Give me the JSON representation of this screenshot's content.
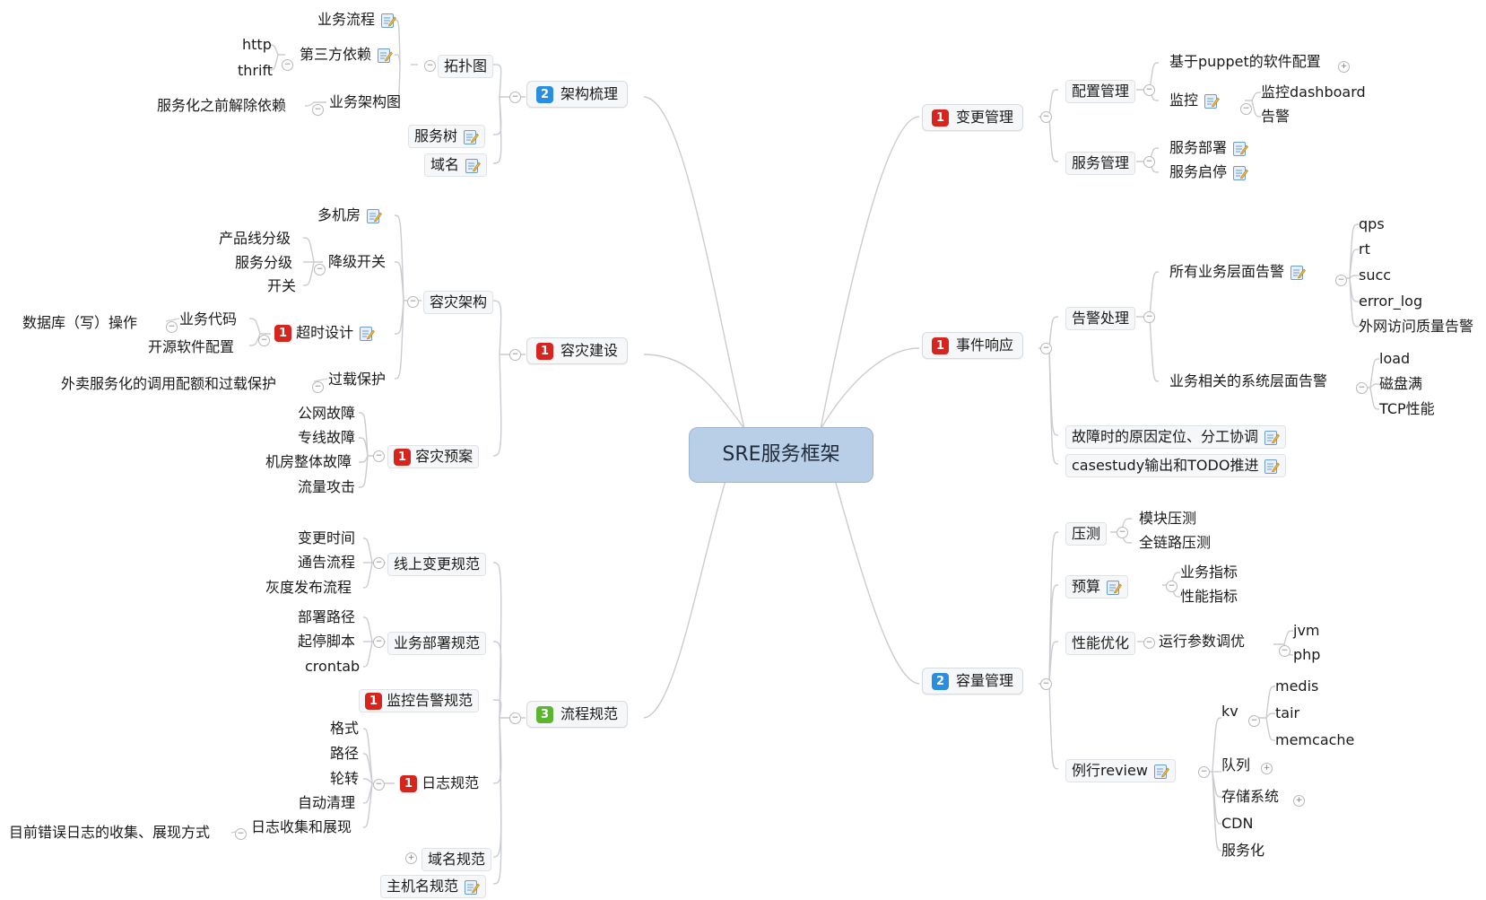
{
  "root": "SRE服务框架",
  "main_topics": {
    "jiagou": {
      "label": "架构梳理",
      "priority": "2"
    },
    "rongzai": {
      "label": "容灾建设",
      "priority": "1"
    },
    "liucheng": {
      "label": "流程规范",
      "priority": "3"
    },
    "biangeng": {
      "label": "变更管理",
      "priority": "1"
    },
    "shijian": {
      "label": "事件响应",
      "priority": "1"
    },
    "rongliang": {
      "label": "容量管理",
      "priority": "2"
    }
  },
  "jiagou": {
    "tuopu": "拓扑图",
    "yewuliucheng": "业务流程",
    "disanfang": "第三方依赖",
    "http": "http",
    "thrift": "thrift",
    "yewujiagou": "业务架构图",
    "jiechu": "服务化之前解除依赖",
    "fuwushu": "服务树",
    "yuming": "域名"
  },
  "rongzai": {
    "jiagou": "容灾架构",
    "duojifang": "多机房",
    "jiangji": "降级开关",
    "chanpinxian": "产品线分级",
    "fuwufenji": "服务分级",
    "kaiguan": "开关",
    "chaoshi": "超时设计",
    "chaoshi_priority": "1",
    "yewudaima": "业务代码",
    "shujuku": "数据库（写）操作",
    "kaiyuan": "开源软件配置",
    "guozai": "过载保护",
    "waimai": "外卖服务化的调用配额和过载保护",
    "yuan": "容灾预案",
    "yuan_priority": "1",
    "gongwang": "公网故障",
    "zhuanxian": "专线故障",
    "jifang": "机房整体故障",
    "liuliang": "流量攻击"
  },
  "liucheng": {
    "xianshang": "线上变更规范",
    "biangengshijian": "变更时间",
    "tonggao": "通告流程",
    "huidu": "灰度发布流程",
    "bushu": "业务部署规范",
    "bushulujing": "部署路径",
    "qiting": "起停脚本",
    "crontab": "crontab",
    "jiankong": "监控告警规范",
    "jiankong_priority": "1",
    "rizhi": "日志规范",
    "rizhi_priority": "1",
    "geshi": "格式",
    "lujing": "路径",
    "lunzhuan": "轮转",
    "zidong": "自动清理",
    "shouji": "日志收集和展现",
    "cuowu": "目前错误日志的收集、展现方式",
    "yumingguifan": "域名规范",
    "zhujiming": "主机名规范"
  },
  "biangeng": {
    "peizhi": "配置管理",
    "puppet": "基于puppet的软件配置",
    "jiankong": "监控",
    "dashboard": "监控dashboard",
    "gaojing": "告警",
    "fuwuguanli": "服务管理",
    "fuwubushu": "服务部署",
    "fuwuqiting": "服务启停"
  },
  "shijian": {
    "gaojingchuli": "告警处理",
    "yewuceng": "所有业务层面告警",
    "qps": "qps",
    "rt": "rt",
    "succ": "succ",
    "error_log": "error_log",
    "waiwang": "外网访问质量告警",
    "xitongceng": "业务相关的系统层面告警",
    "load": "load",
    "cipan": "磁盘满",
    "tcp": "TCP性能",
    "guzhang": "故障时的原因定位、分工协调",
    "casestudy": "casestudy输出和TODO推进"
  },
  "rongliang": {
    "yace": "压测",
    "mokuai": "模块压测",
    "quanlianlu": "全链路压测",
    "yusuan": "预算",
    "yewuzhibiao": "业务指标",
    "xingneng": "性能指标",
    "youhua": "性能优化",
    "canshu": "运行参数调优",
    "jvm": "jvm",
    "php": "php",
    "review": "例行review",
    "kv": "kv",
    "medis": "medis",
    "tair": "tair",
    "memcache": "memcache",
    "duilie": "队列",
    "cunchu": "存储系统",
    "cdn": "CDN",
    "fuwuhua": "服务化"
  },
  "colors": {
    "priority1": "#d6241e",
    "priority2": "#2a8de0",
    "priority3": "#5cb531",
    "root_fill": "#b9cfe7",
    "line": "#c9ccd1"
  }
}
